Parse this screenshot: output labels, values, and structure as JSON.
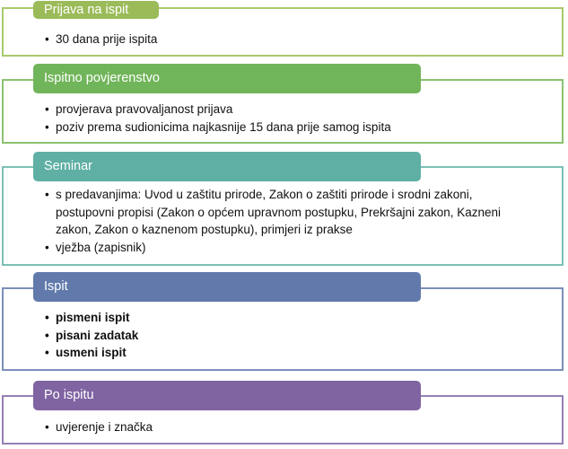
{
  "stages": [
    {
      "title": "Prijava na ispit",
      "items": [
        "30 dana prije ispita"
      ],
      "color": "#9BBB59",
      "border": "#A9C96C",
      "bold": false
    },
    {
      "title": "Ispitno povjerenstvo",
      "items": [
        "provjerava pravovaljanost prijava",
        "poziv prema sudionicima najkasnije 15 dana prije samog ispita"
      ],
      "color": "#71B55A",
      "border": "#8BC26F",
      "bold": false
    },
    {
      "title": "Seminar",
      "items": [
        "s predavanjima: Uvod u zaštitu prirode, Zakon o zaštiti prirode i srodni zakoni, postupovni propisi (Zakon o općem upravnom postupku, Prekršajni zakon, Kazneni zakon, Zakon o kaznenom postupku), primjeri iz prakse",
        "vježba (zapisnik)"
      ],
      "color": "#5FAFA4",
      "border": "#7CC0B5",
      "bold": false
    },
    {
      "title": "Ispit",
      "items": [
        "pismeni ispit",
        "pisani zadatak",
        "usmeni ispit"
      ],
      "color": "#617AAB",
      "border": "#7B8FBA",
      "bold": true
    },
    {
      "title": "Po ispitu",
      "items": [
        "uvjerenje i značka"
      ],
      "color": "#8064A2",
      "border": "#9580B3",
      "bold": false
    }
  ]
}
